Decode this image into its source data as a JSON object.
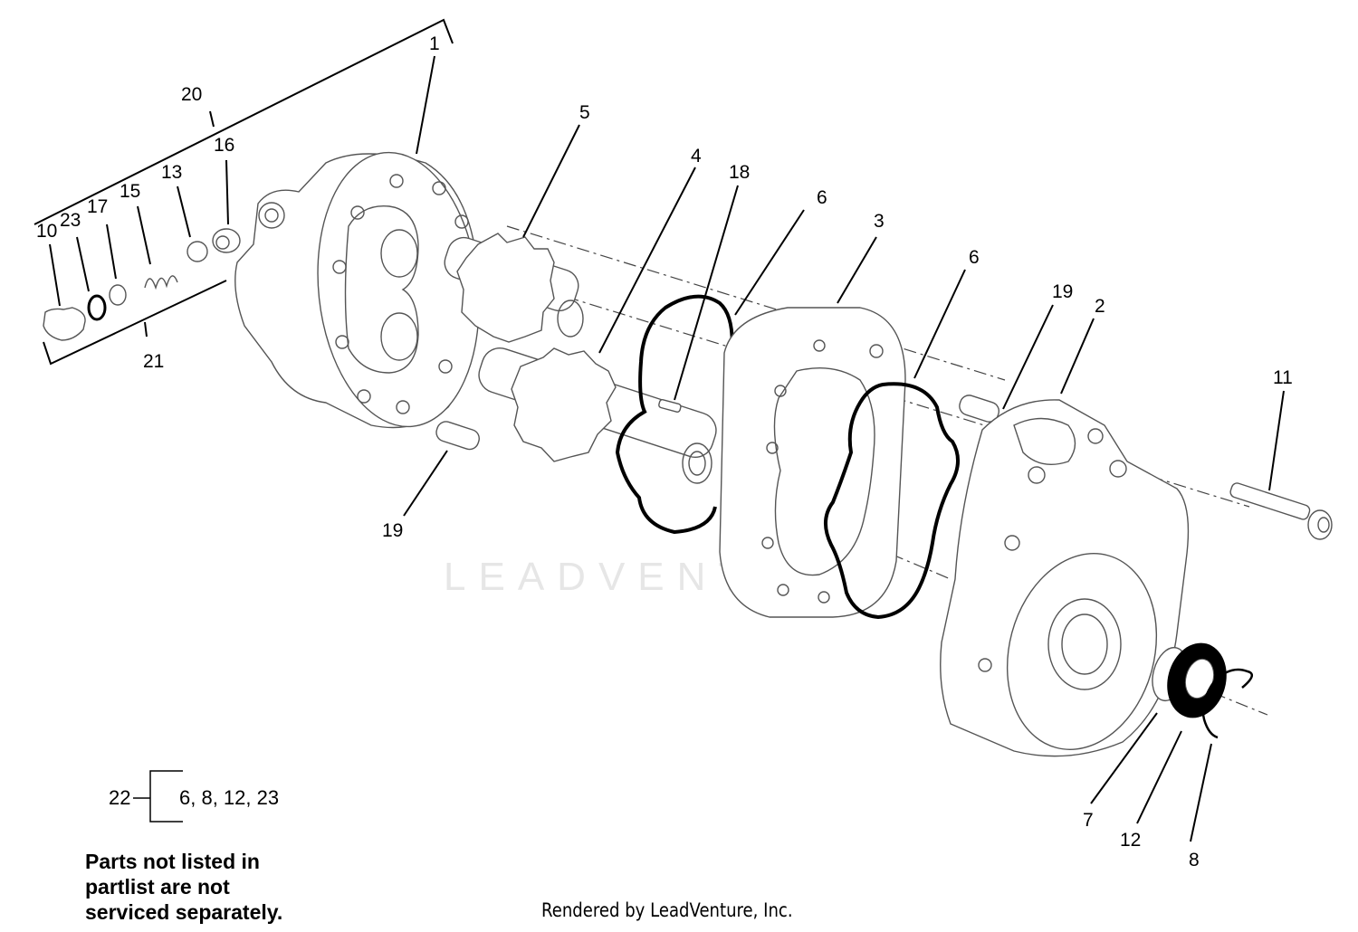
{
  "callouts": {
    "c1": "1",
    "c2": "2",
    "c3": "3",
    "c4": "4",
    "c5": "5",
    "c6a": "6",
    "c6b": "6",
    "c7": "7",
    "c8": "8",
    "c10": "10",
    "c11": "11",
    "c12": "12",
    "c13": "13",
    "c15": "15",
    "c16": "16",
    "c17": "17",
    "c18": "18",
    "c19a": "19",
    "c19b": "19",
    "c20": "20",
    "c21": "21",
    "c22": "22",
    "c23": "23"
  },
  "kit": {
    "contents": "6, 8, 12, 23"
  },
  "watermark": "LEADVENTURE",
  "note": {
    "line1": "Parts not listed in",
    "line2": "partlist are not",
    "line3": "serviced separately."
  },
  "footer": "Rendered by LeadVenture, Inc."
}
